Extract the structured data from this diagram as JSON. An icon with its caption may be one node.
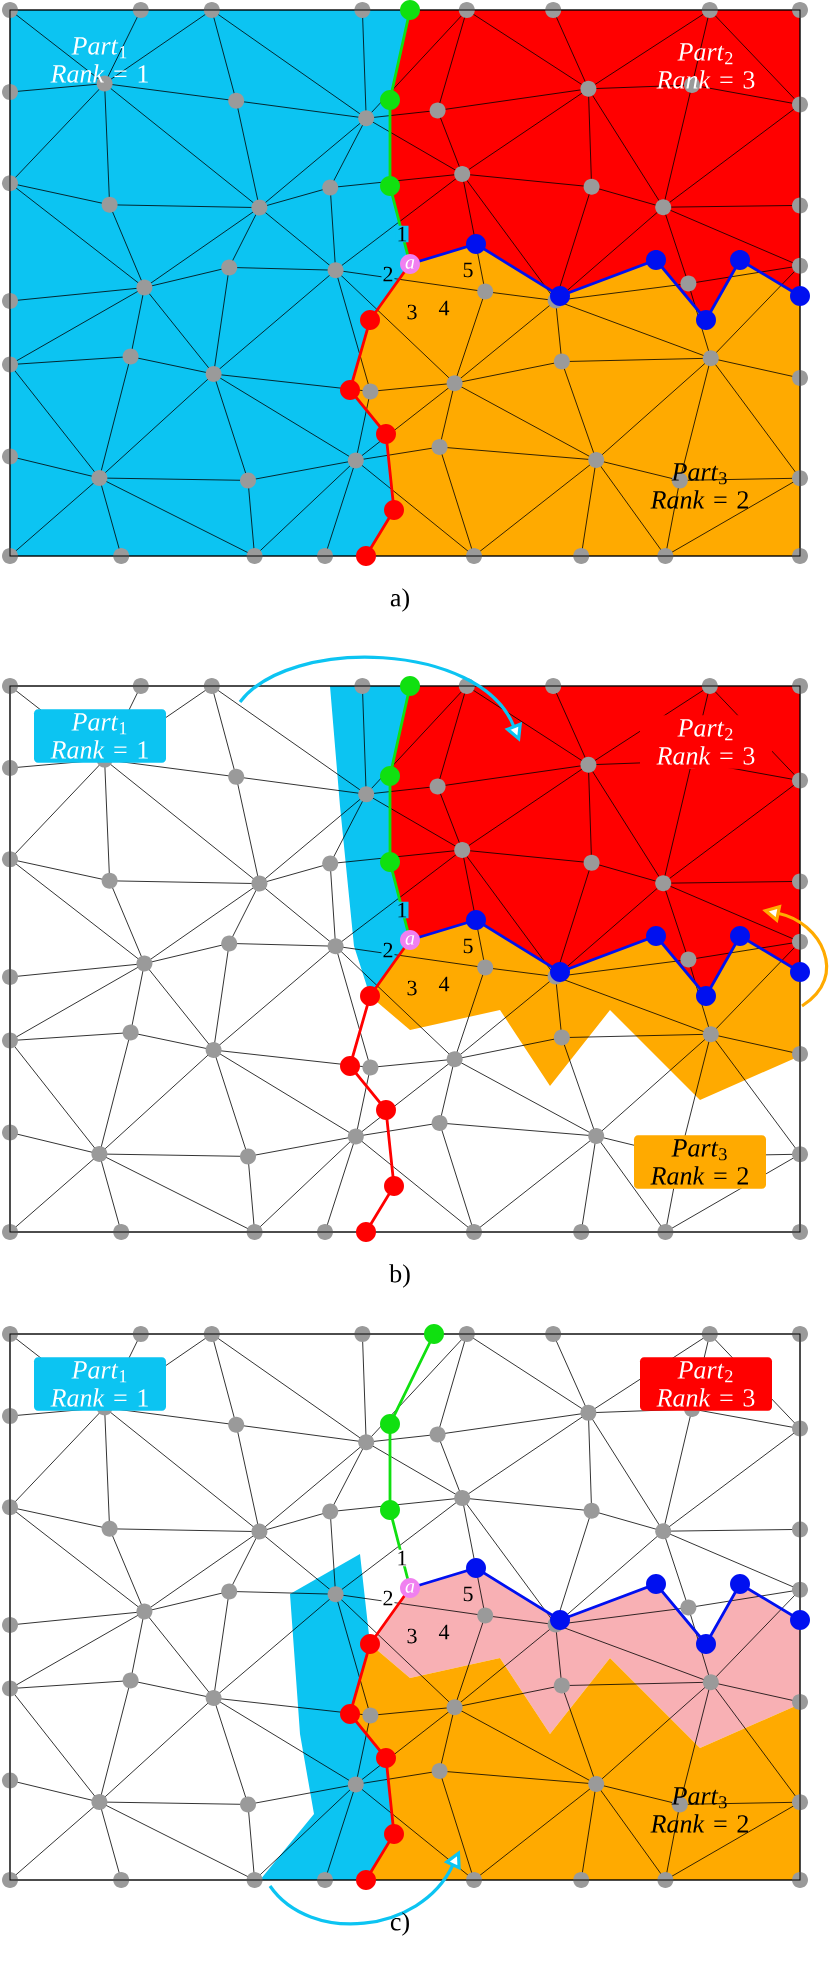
{
  "diagram": {
    "nodes": [
      {
        "text": [
          "a"
        ]
      },
      {
        "text": [
          "*Part*$_{1}$ *Rank* = 1"
        ]
      },
      {
        "text": [
          "*Part*$_{2}$ *Rank* = 3"
        ]
      },
      {
        "text": [
          "a"
        ]
      },
      {
        "text": [
          "*Part*$_{3}$ *Rank* = 2"
        ]
      },
      {
        "text": [
          "*Part*$_{1}$ *Rank* = 1"
        ]
      },
      {
        "text": [
          "*Part*$_{2}$ *Rank* = 3"
        ]
      },
      {
        "text": [
          "a"
        ]
      }
    ],
    "labels": [
      "*Part*$_{1}$ *Rank* = 1",
      "*Part*$_{2}$ *Rank* = 3",
      "1",
      "2",
      "5",
      "3",
      "4",
      "*Part*$_{3}$ *Rank* = 2",
      "a)",
      "1",
      "2",
      "5",
      "3",
      "4",
      "b)",
      "1",
      "2",
      "5",
      "3",
      "4",
      "*Part*$_{3}$ *Rank* = 2",
      "c)"
    ]
  }
}
